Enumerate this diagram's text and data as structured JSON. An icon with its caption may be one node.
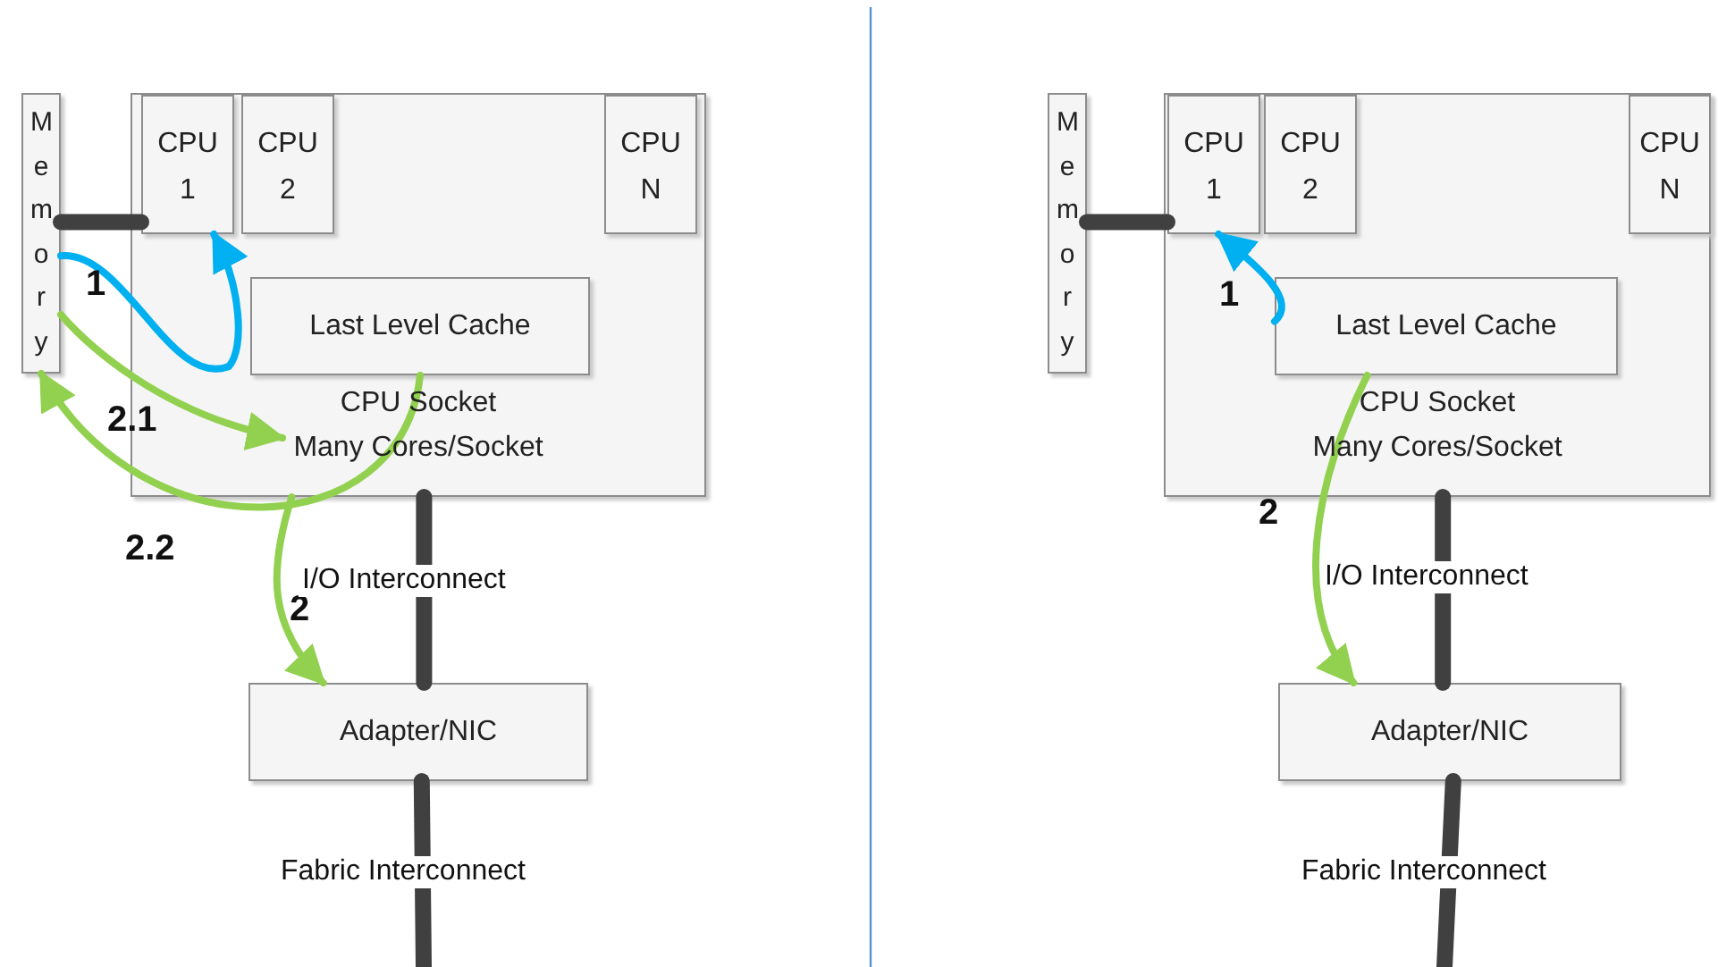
{
  "diagram": {
    "nodes": [
      {
        "text": [
          "Memory"
        ]
      },
      {
        "text": [
          "CPU Socket",
          "Many Cores/Socket"
        ]
      },
      {
        "text": [
          "CPU 1"
        ],
        "in": 1
      },
      {
        "text": [
          "CPU 2"
        ],
        "in": 1
      },
      {
        "text": [
          "CPU N"
        ],
        "in": 1
      },
      {
        "text": [
          "Last Level Cache"
        ],
        "in": 1
      },
      {
        "text": [
          "Adapter/NIC"
        ]
      },
      {
        "text": [
          "Memory"
        ]
      },
      {
        "text": [
          "CPU Socket",
          "Many Cores/Socket"
        ]
      },
      {
        "text": [
          "CPU 1"
        ],
        "in": 8
      },
      {
        "text": [
          "CPU 2"
        ],
        "in": 8
      },
      {
        "text": [
          "CPU N"
        ],
        "in": 8
      },
      {
        "text": [
          "Last Level Cache"
        ],
        "in": 8
      },
      {
        "text": [
          "Adapter/NIC"
        ]
      }
    ],
    "edges": [
      {
        "from": 0,
        "to": 2,
        "arrow": "none",
        "style": "thick"
      },
      {
        "from": 0,
        "to": 2,
        "arrow": "to",
        "label": "1",
        "color": "#00b0f0"
      },
      {
        "from": 0,
        "to": 1,
        "arrow": "to",
        "label": "2.1",
        "color": "#92d050"
      },
      {
        "from": 5,
        "to": 0,
        "arrow": "to",
        "label": "2.2",
        "color": "#92d050"
      },
      {
        "from": 1,
        "to": 6,
        "arrow": "to",
        "label": "2",
        "color": "#92d050"
      },
      {
        "from": 1,
        "to": 6,
        "arrow": "none",
        "label": "I/O Interconnect",
        "style": "thick"
      },
      {
        "from": 6,
        "to": null,
        "arrow": "none",
        "label": "Fabric Interconnect",
        "style": "thick"
      },
      {
        "from": 7,
        "to": 9,
        "arrow": "none",
        "style": "thick"
      },
      {
        "from": 12,
        "to": 9,
        "arrow": "to",
        "label": "1",
        "color": "#00b0f0"
      },
      {
        "from": 12,
        "to": 13,
        "arrow": "to",
        "label": "2",
        "color": "#92d050"
      },
      {
        "from": 8,
        "to": 13,
        "arrow": "none",
        "label": "I/O Interconnect",
        "style": "thick"
      },
      {
        "from": 13,
        "to": null,
        "arrow": "none",
        "label": "Fabric Interconnect",
        "style": "thick"
      }
    ]
  }
}
